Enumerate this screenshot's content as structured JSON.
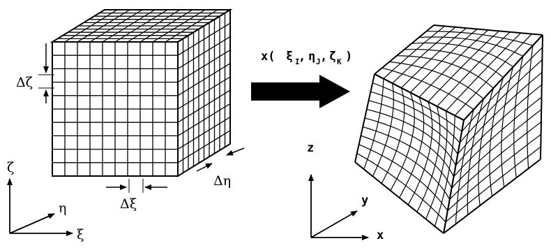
{
  "computational_cube": {
    "spacing_labels": {
      "zeta": "Δζ",
      "eta": "Δη",
      "xi": "Δξ"
    },
    "axes": {
      "vertical": "ζ",
      "diagonal": "η",
      "horizontal": "ξ"
    }
  },
  "mapping": {
    "label_prefix": "x(",
    "xi_sym": "ξ",
    "xi_sub": "I",
    "eta_sym": "η",
    "eta_sub": "J",
    "zeta_sym": "ζ",
    "zeta_sub": "K",
    "closing": ")"
  },
  "physical_grid": {
    "axes": {
      "vertical": "z",
      "diagonal": "y",
      "horizontal": "x"
    }
  }
}
